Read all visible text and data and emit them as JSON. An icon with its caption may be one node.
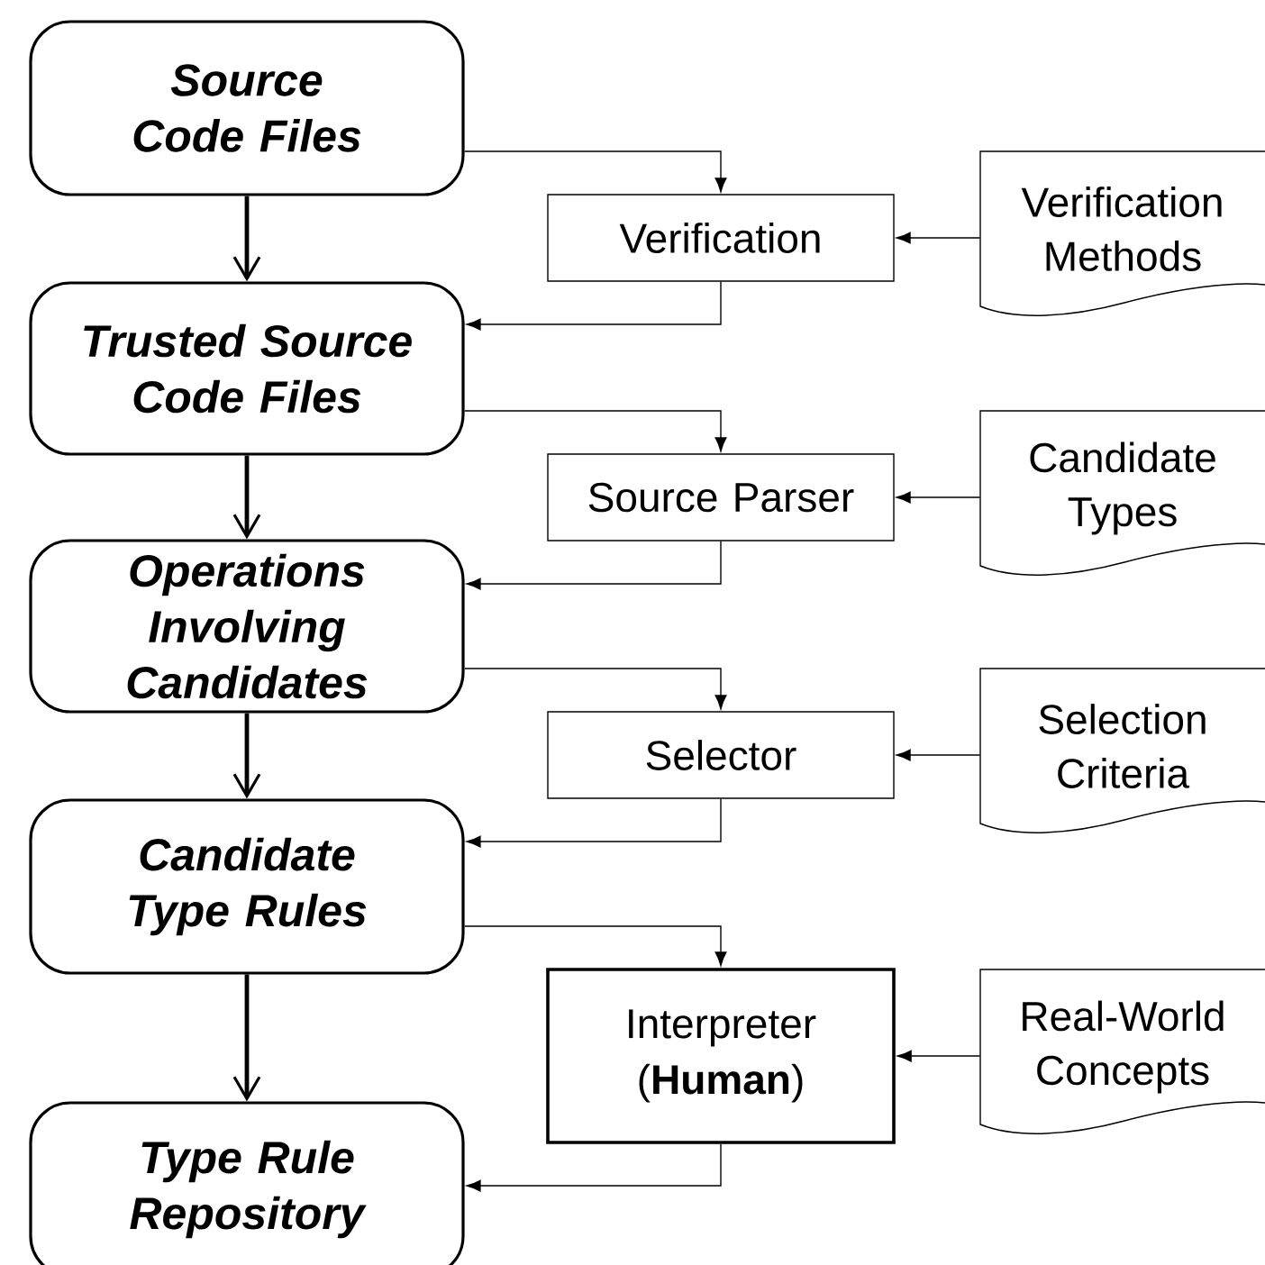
{
  "diagram": {
    "nodes": [
      {
        "text": [
          "Source Code Files"
        ]
      },
      {
        "text": [
          "Trusted Source Code Files"
        ]
      },
      {
        "text": [
          "Operations Involving Candidates"
        ]
      },
      {
        "text": [
          "Candidate Type Rules"
        ]
      },
      {
        "text": [
          "Type Rule Repository"
        ]
      },
      {
        "text": [
          "Verification"
        ]
      },
      {
        "text": [
          "Source Parser"
        ]
      },
      {
        "text": [
          "Selector"
        ]
      },
      {
        "text": [
          "Interpreter (**Human**)"
        ]
      },
      {
        "text": [
          "Verification Methods"
        ]
      },
      {
        "text": [
          "Candidate Types"
        ]
      },
      {
        "text": [
          "Selection Criteria"
        ]
      },
      {
        "text": [
          "Real-World Concepts"
        ]
      }
    ],
    "edges": [
      {
        "from": 0,
        "to": 1,
        "arrow": "to",
        "style": "thick"
      },
      {
        "from": 1,
        "to": 2,
        "arrow": "to",
        "style": "thick"
      },
      {
        "from": 2,
        "to": 3,
        "arrow": "to",
        "style": "thick"
      },
      {
        "from": 3,
        "to": 4,
        "arrow": "to",
        "style": "thick"
      },
      {
        "from": 0,
        "to": 5,
        "arrow": "to"
      },
      {
        "from": 5,
        "to": 1,
        "arrow": "to"
      },
      {
        "from": 9,
        "to": 5,
        "arrow": "to"
      },
      {
        "from": 1,
        "to": 6,
        "arrow": "to"
      },
      {
        "from": 6,
        "to": 2,
        "arrow": "to"
      },
      {
        "from": 10,
        "to": 6,
        "arrow": "to"
      },
      {
        "from": 2,
        "to": 7,
        "arrow": "to"
      },
      {
        "from": 7,
        "to": 3,
        "arrow": "to"
      },
      {
        "from": 11,
        "to": 7,
        "arrow": "to"
      },
      {
        "from": 3,
        "to": 8,
        "arrow": "to"
      },
      {
        "from": 8,
        "to": 4,
        "arrow": "to"
      },
      {
        "from": 12,
        "to": 8,
        "arrow": "to"
      }
    ]
  }
}
